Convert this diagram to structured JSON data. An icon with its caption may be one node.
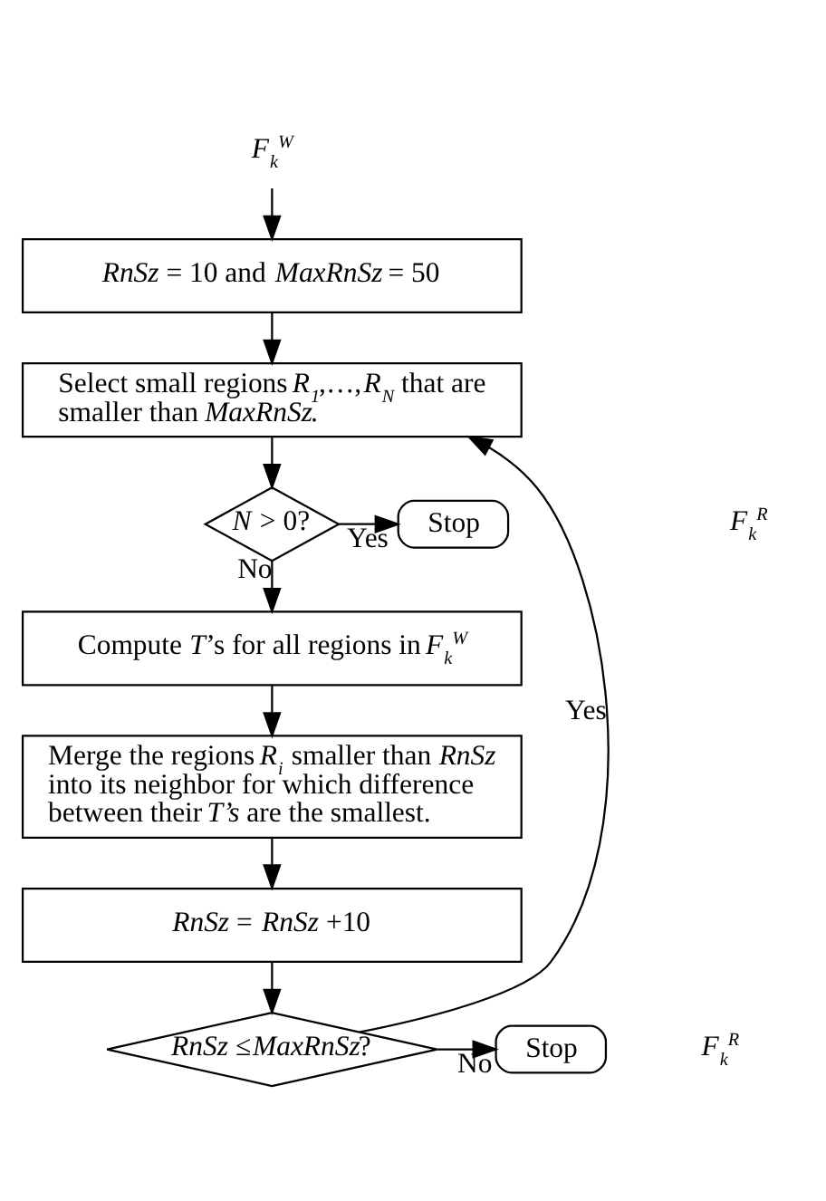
{
  "diagram": {
    "nodes": [
      {
        "text": [
          "*F*$_{k}$$^{W}$"
        ]
      },
      {
        "text": [
          "*RnSz* = 10 and *MaxRnSz* = 50"
        ]
      },
      {
        "text": [
          "Select small regions *R*$_{1}$,…,*R*$_{N}$ that are smaller than *MaxRnSz*."
        ]
      },
      {
        "text": [
          "*N* > 0?"
        ]
      },
      {
        "text": [
          "Stop"
        ]
      },
      {
        "text": [
          "Compute *T*’s for all regions in *F*$_{k}$$^{W}$"
        ]
      },
      {
        "text": [
          "Merge the regions *R*$_{i}$ smaller than *RnSz* into its neighbor for which difference between their *T’s* are the smallest."
        ]
      },
      {
        "text": [
          "*RnSz* = *RnSz* +10"
        ]
      },
      {
        "text": [
          "*RnSz* ≤*MaxRnSz*?"
        ]
      },
      {
        "text": [
          "Stop"
        ]
      }
    ],
    "edges": [
      {
        "from": 0,
        "to": 1,
        "arrow": "to"
      },
      {
        "from": 1,
        "to": 2,
        "arrow": "to"
      },
      {
        "from": 2,
        "to": 3,
        "arrow": "to"
      },
      {
        "from": 3,
        "to": 4,
        "arrow": "to",
        "label": "Yes"
      },
      {
        "from": 3,
        "to": 5,
        "arrow": "to",
        "label": "No"
      },
      {
        "from": 5,
        "to": 6,
        "arrow": "to"
      },
      {
        "from": 6,
        "to": 7,
        "arrow": "to"
      },
      {
        "from": 7,
        "to": 8,
        "arrow": "to"
      },
      {
        "from": 8,
        "to": 9,
        "arrow": "to",
        "label": "No"
      },
      {
        "from": 8,
        "to": 2,
        "arrow": "to",
        "label": "Yes"
      }
    ],
    "labels": [
      "*F*$_{k}$$^{R}$",
      "*F*$_{k}$$^{R}$"
    ]
  }
}
